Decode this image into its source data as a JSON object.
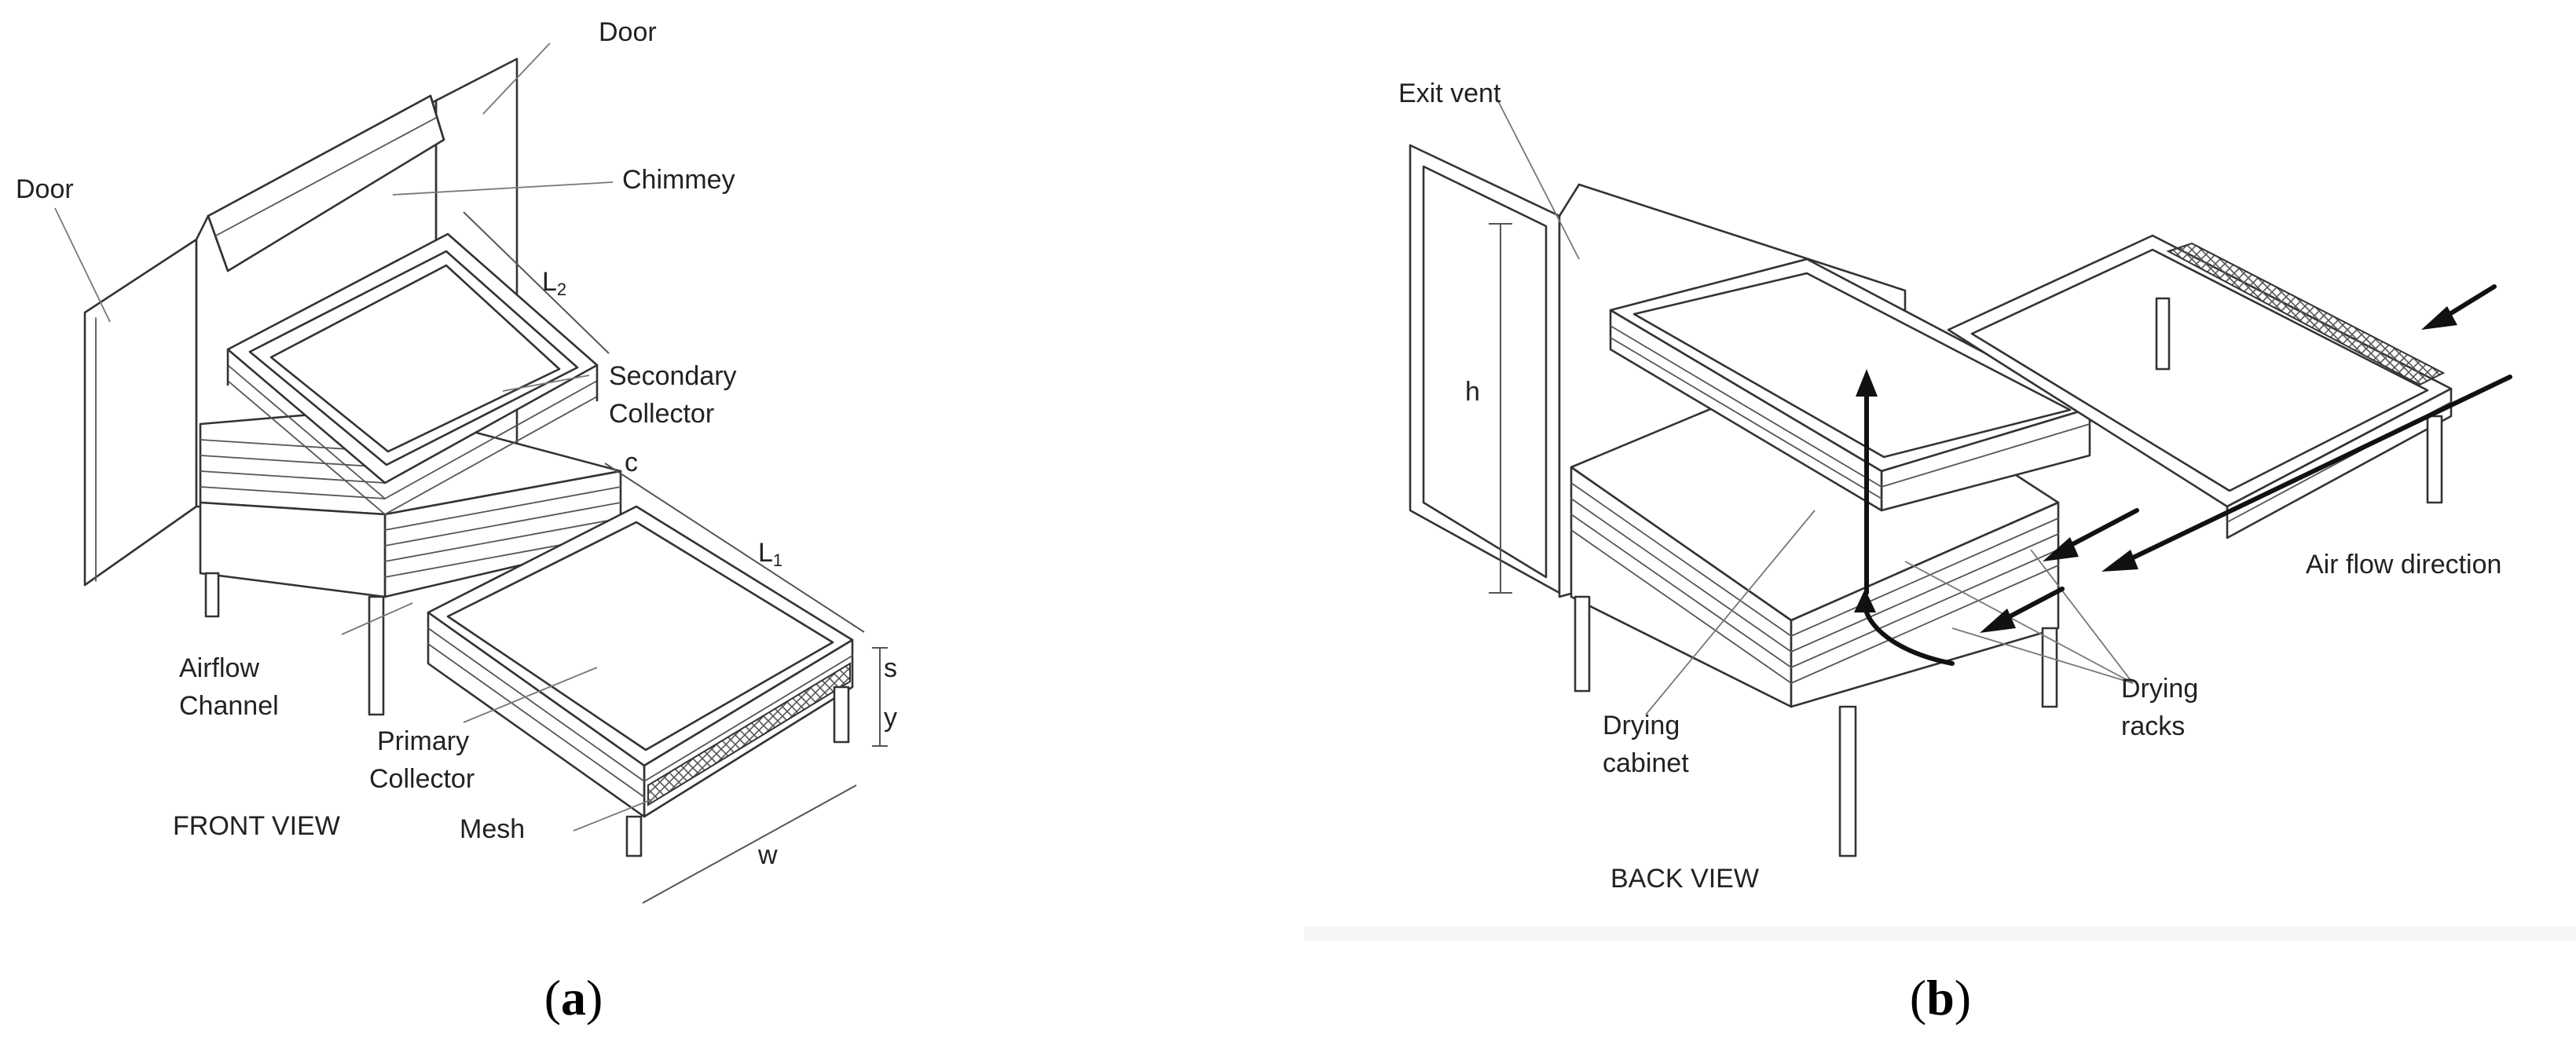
{
  "panel_a": {
    "caption_open": "(",
    "caption_letter": "a",
    "caption_close": ")",
    "view_label": "FRONT VIEW",
    "labels": {
      "door_left": "Door",
      "door_top": "Door",
      "chimney": "Chimmey",
      "secondary_collector_line1": "Secondary",
      "secondary_collector_line2": "Collector",
      "airflow_channel_line1": "Airflow",
      "airflow_channel_line2": "Channel",
      "primary_collector_line1": "Primary",
      "primary_collector_line2": "Collector",
      "mesh": "Mesh"
    },
    "dimensions": {
      "l2_letter": "L",
      "l2_sub": "2",
      "l1_letter": "L",
      "l1_sub": "1",
      "c": "c",
      "s": "s",
      "y": "y",
      "w": "w"
    }
  },
  "panel_b": {
    "caption_open": "(",
    "caption_letter": "b",
    "caption_close": ")",
    "view_label": "BACK VIEW",
    "labels": {
      "exit_vent": "Exit vent",
      "h": "h",
      "air_flow_direction": "Air flow direction",
      "drying_cabinet_line1": "Drying",
      "drying_cabinet_line2": "cabinet",
      "drying_racks_line1": "Drying",
      "drying_racks_line2": "racks"
    }
  },
  "colors": {
    "line": "#333333",
    "arrow": "#111111",
    "text": "#222222"
  }
}
